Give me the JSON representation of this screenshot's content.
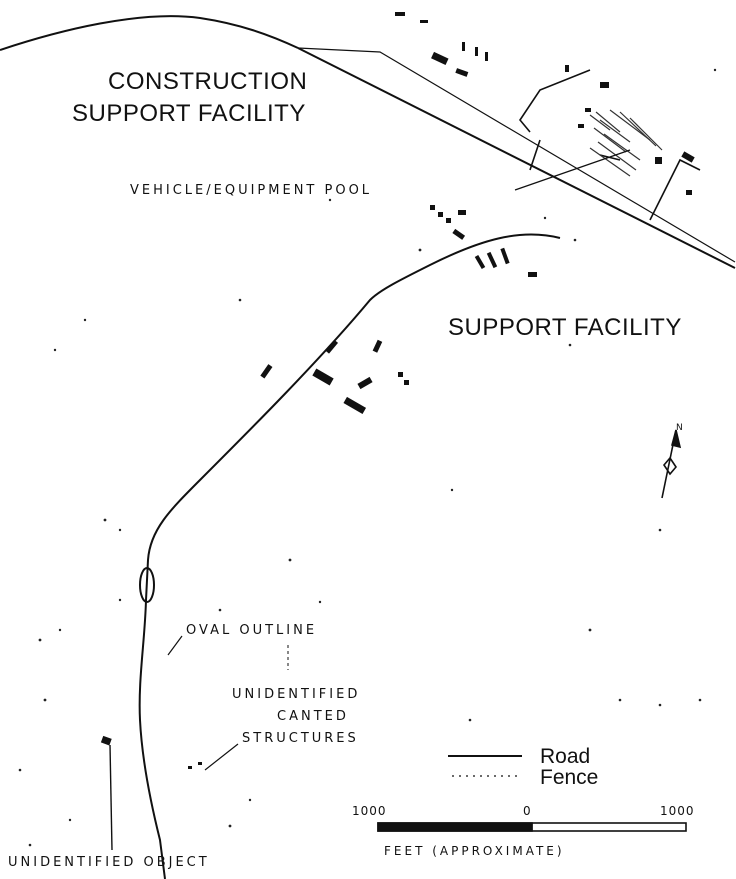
{
  "labels": {
    "construction_support": [
      "CONSTRUCTION",
      "SUPPORT FACILITY"
    ],
    "vehicle_pool": "VEHICLE/EQUIPMENT POOL",
    "support_facility": "SUPPORT FACILITY",
    "oval_outline": "OVAL OUTLINE",
    "canted_structures": [
      "UNIDENTIFIED",
      "CANTED",
      "STRUCTURES"
    ],
    "unidentified_object": "UNIDENTIFIED OBJECT"
  },
  "legend": {
    "road": "Road",
    "fence": "Fence"
  },
  "scale": {
    "left": "1000",
    "mid": "0",
    "right": "1000",
    "unit": "FEET (APPROXIMATE)"
  },
  "north_label": "N",
  "colors": {
    "ink": "#111111",
    "paper": "#ffffff"
  }
}
